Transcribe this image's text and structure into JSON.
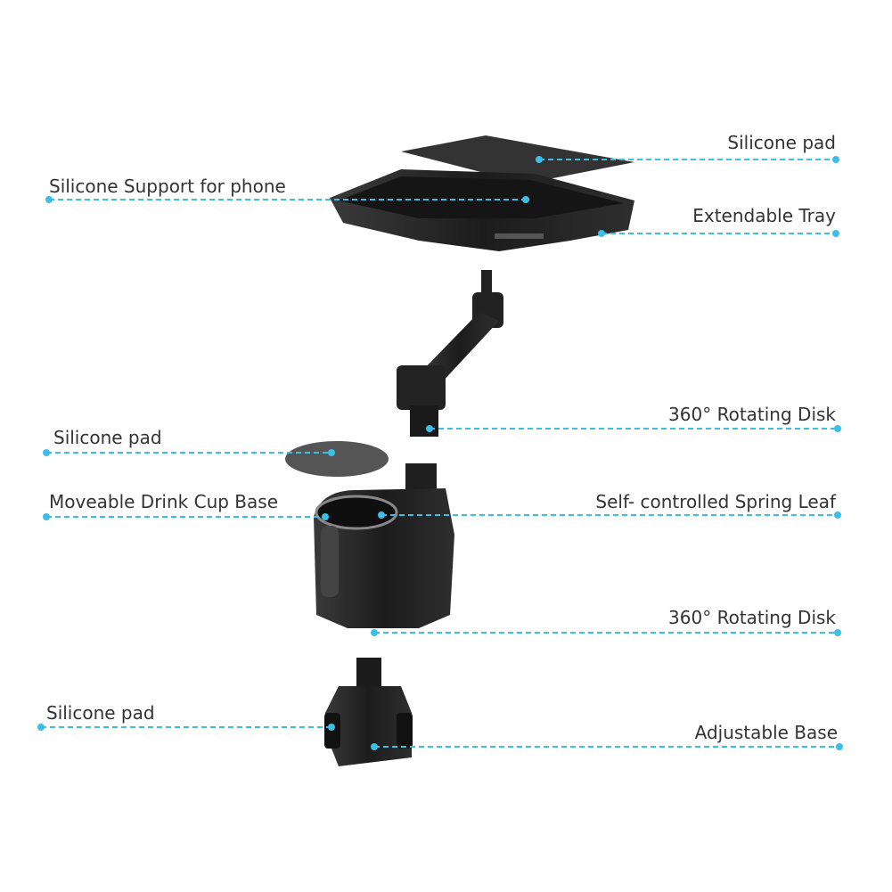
{
  "accent_color": "#3bbfe8",
  "callouts": [
    {
      "id": "silicone-pad-top",
      "label": "Silicone pad",
      "side": "right"
    },
    {
      "id": "silicone-support-phone",
      "label": "Silicone Support for phone",
      "side": "left"
    },
    {
      "id": "extendable-tray",
      "label": "Extendable Tray",
      "side": "right"
    },
    {
      "id": "rotating-disk-upper",
      "label": "360° Rotating Disk",
      "side": "right"
    },
    {
      "id": "silicone-pad-middle",
      "label": "Silicone pad",
      "side": "left"
    },
    {
      "id": "drink-cup-base",
      "label": "Moveable Drink Cup Base",
      "side": "left"
    },
    {
      "id": "spring-leaf",
      "label": "Self- controlled Spring Leaf",
      "side": "right"
    },
    {
      "id": "rotating-disk-lower",
      "label": "360° Rotating Disk",
      "side": "right"
    },
    {
      "id": "silicone-pad-bottom",
      "label": "Silicone pad",
      "side": "left"
    },
    {
      "id": "adjustable-base",
      "label": "Adjustable Base",
      "side": "right"
    }
  ]
}
